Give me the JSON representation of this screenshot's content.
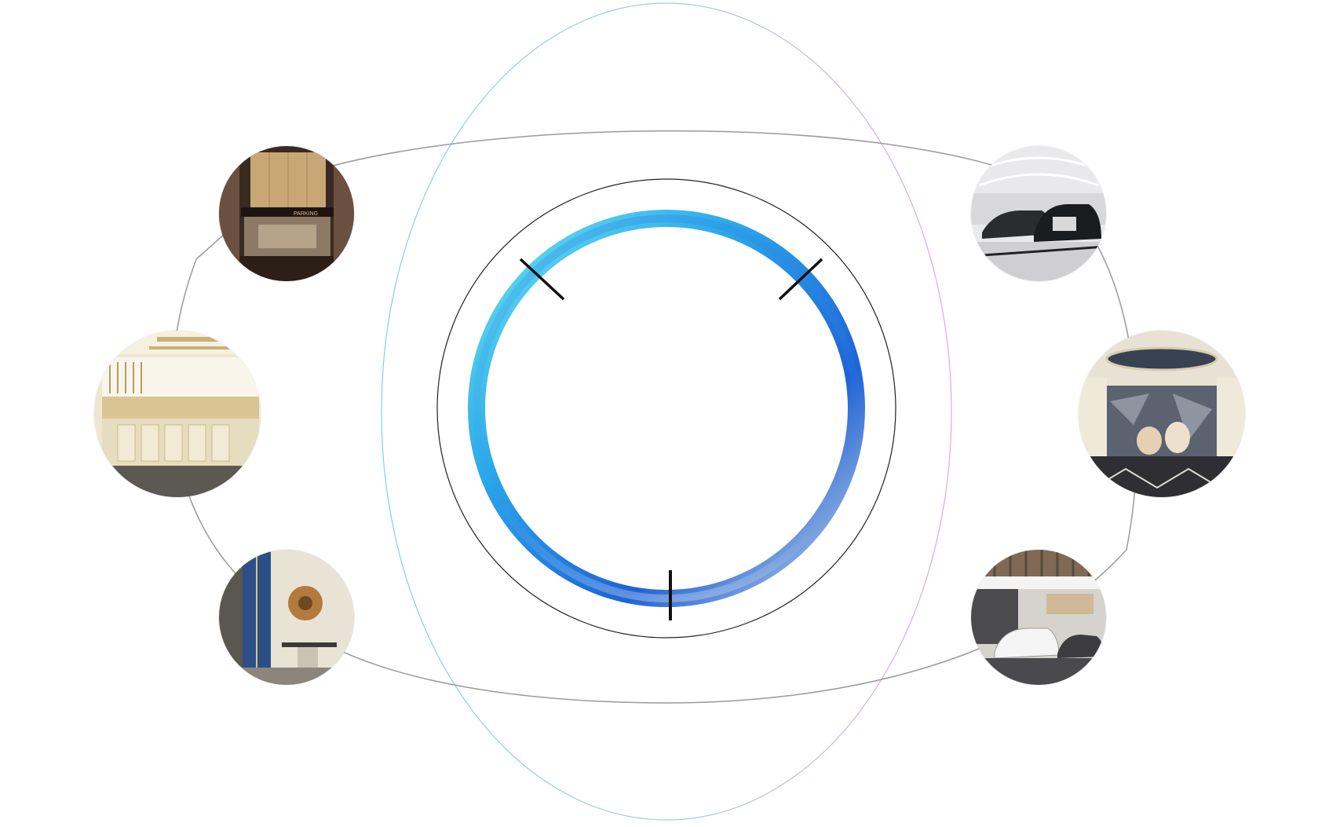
{
  "diagram": {
    "nodes": [
      {
        "id": "parking-entrance",
        "image_text": "PARKING"
      },
      {
        "id": "parking-lane-signage",
        "image_text": ""
      },
      {
        "id": "lobby-doorway",
        "image_text": ""
      },
      {
        "id": "garage-luxury-cars",
        "image_text": ""
      },
      {
        "id": "marble-lobby",
        "image_text": ""
      },
      {
        "id": "ev-showroom",
        "image_text": ""
      }
    ],
    "colors": {
      "ring_start": "#6fe7f2",
      "ring_mid": "#2aa7ea",
      "ring_end": "#1e63d6",
      "orbit_line": "#9a9a9a",
      "aura_left": "#7ad3ef",
      "aura_right": "#e6a2ea",
      "tick": "#111111"
    }
  }
}
